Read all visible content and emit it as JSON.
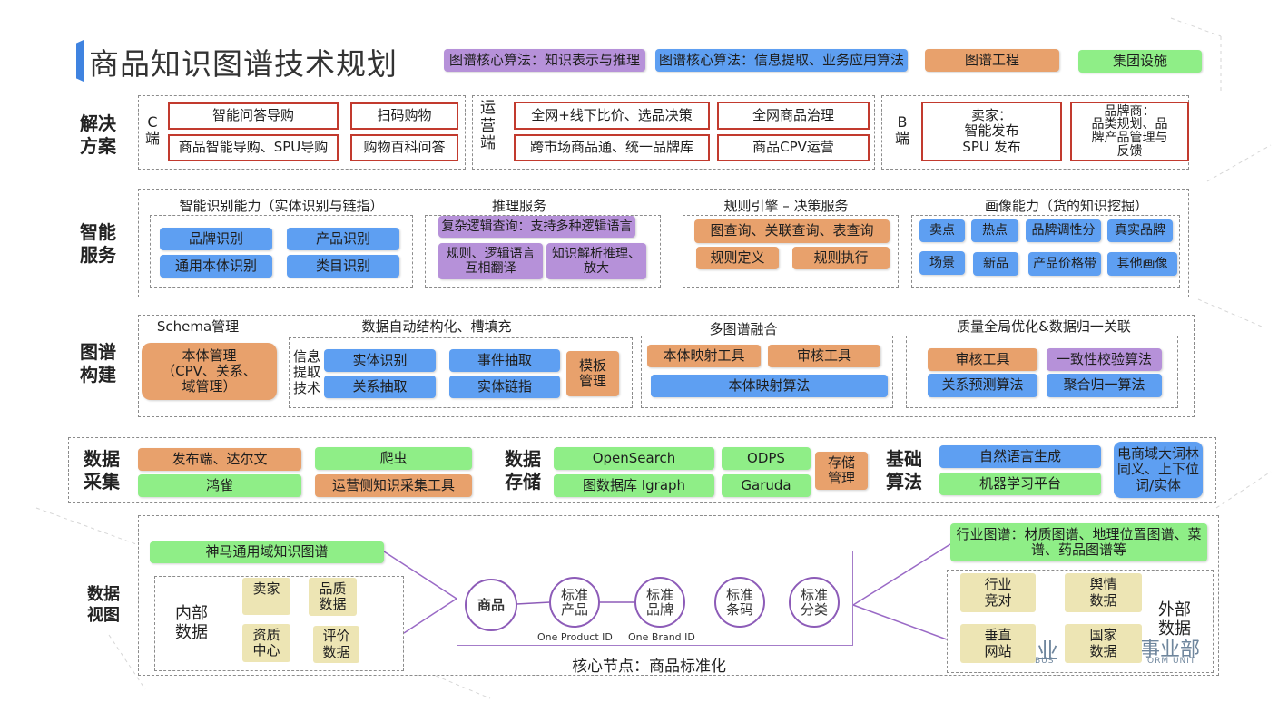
{
  "title": "商品知识图谱技术规划",
  "palette": {
    "purple": "#b691d9",
    "blue": "#5e9ff2",
    "orange": "#e8a16c",
    "green": "#8fee87",
    "khaki": "#ede5b4",
    "red": "#c23a2e",
    "accent": "#3f83e0",
    "link": "#9a6ac6"
  },
  "legend": [
    {
      "label": "图谱核心算法：知识表示与推理",
      "color": "purple"
    },
    {
      "label": "图谱核心算法：信息提取、业务应用算法",
      "color": "blue"
    },
    {
      "label": "图谱工程",
      "color": "orange"
    },
    {
      "label": "集团设施",
      "color": "green"
    }
  ],
  "solutions": {
    "label": "解决\n方案",
    "c_side": {
      "label": "C\n端",
      "items": [
        "智能问答导购",
        "扫码购物",
        "商品智能导购、SPU导购",
        "购物百科问答"
      ]
    },
    "ops_side": {
      "label": "运\n营\n端",
      "items": [
        "全网+线下比价、选品决策",
        "全网商品治理",
        "跨市场商品通、统一品牌库",
        "商品CPV运营"
      ]
    },
    "b_side": {
      "label": "B\n端",
      "items": [
        "卖家：\n智能发布\nSPU 发布",
        "品牌商：\n品类规划、品\n牌产品管理与\n反馈"
      ]
    }
  },
  "services": {
    "label": "智能\n服务",
    "recognition": {
      "title": "智能识别能力（实体识别与链指）",
      "items": [
        "品牌识别",
        "产品识别",
        "通用本体识别",
        "类目识别"
      ]
    },
    "reasoning": {
      "title": "推理服务",
      "items": [
        "复杂逻辑查询：支持多种逻辑语言",
        "规则、逻辑语言\n互相翻译",
        "知识解析推理、\n放大"
      ]
    },
    "rules": {
      "title": "规则引擎 – 决策服务",
      "items": [
        "图查询、关联查询、表查询",
        "规则定义",
        "规则执行"
      ]
    },
    "profile": {
      "title": "画像能力（货的知识挖掘）",
      "items": [
        "卖点",
        "热点",
        "品牌调性分",
        "真实品牌",
        "场景",
        "新品",
        "产品价格带",
        "其他画像"
      ]
    }
  },
  "construction": {
    "label": "图谱\n构建",
    "schema": {
      "title": "Schema管理",
      "item": "本体管理\n（CPV、关系、\n域管理）"
    },
    "structuring": {
      "title": "数据自动结构化、槽填充",
      "side_label": "信息\n提取\n技术",
      "items": [
        "实体识别",
        "事件抽取",
        "关系抽取",
        "实体链指"
      ],
      "template": "模板\n管理"
    },
    "fusion": {
      "title": "多图谱融合",
      "items": [
        "本体映射工具",
        "审核工具",
        "本体映射算法"
      ]
    },
    "quality": {
      "title": "质量全局优化&数据归一关联",
      "items": [
        "审核工具",
        "一致性校验算法",
        "关系预测算法",
        "聚合归一算法"
      ]
    }
  },
  "data_layer": {
    "collection": {
      "label": "数据\n采集",
      "items": [
        "发布端、达尔文",
        "爬虫",
        "鸿雀",
        "运营侧知识采集工具"
      ]
    },
    "storage": {
      "label": "数据\n存储",
      "items": [
        "OpenSearch",
        "ODPS",
        "图数据库 Igraph",
        "Garuda"
      ],
      "mgmt": "存储\n管理"
    },
    "algorithms": {
      "label": "基础\n算法",
      "items": [
        "自然语言生成",
        "机器学习平台"
      ],
      "lexicon": "电商域大词林\n同义、上下位\n词/实体"
    }
  },
  "view": {
    "label": "数据\n视图",
    "shenma": "神马通用域知识图谱",
    "internal": {
      "label": "内部\n数据",
      "items": [
        "卖家",
        "品质\n数据",
        "资质\n中心",
        "评价\n数据"
      ]
    },
    "nodes": [
      "商品",
      "标准\n产品",
      "标准\n品牌",
      "标准\n条码",
      "标准\n分类"
    ],
    "id_labels": [
      "One Product ID",
      "One Brand ID"
    ],
    "core_caption": "核心节点：商品标准化",
    "industry": "行业图谱：材质图谱、地理位置图谱、菜\n谱、药品图谱等",
    "external": {
      "label": "外部\n数据",
      "items": [
        "行业\n竞对",
        "舆情\n数据",
        "垂直\n网站",
        "国家\n数据"
      ]
    }
  },
  "watermark": {
    "main_left": "业",
    "main_right": "事业部",
    "sub_left": "BUS",
    "sub_right": "ORM UNIT"
  }
}
